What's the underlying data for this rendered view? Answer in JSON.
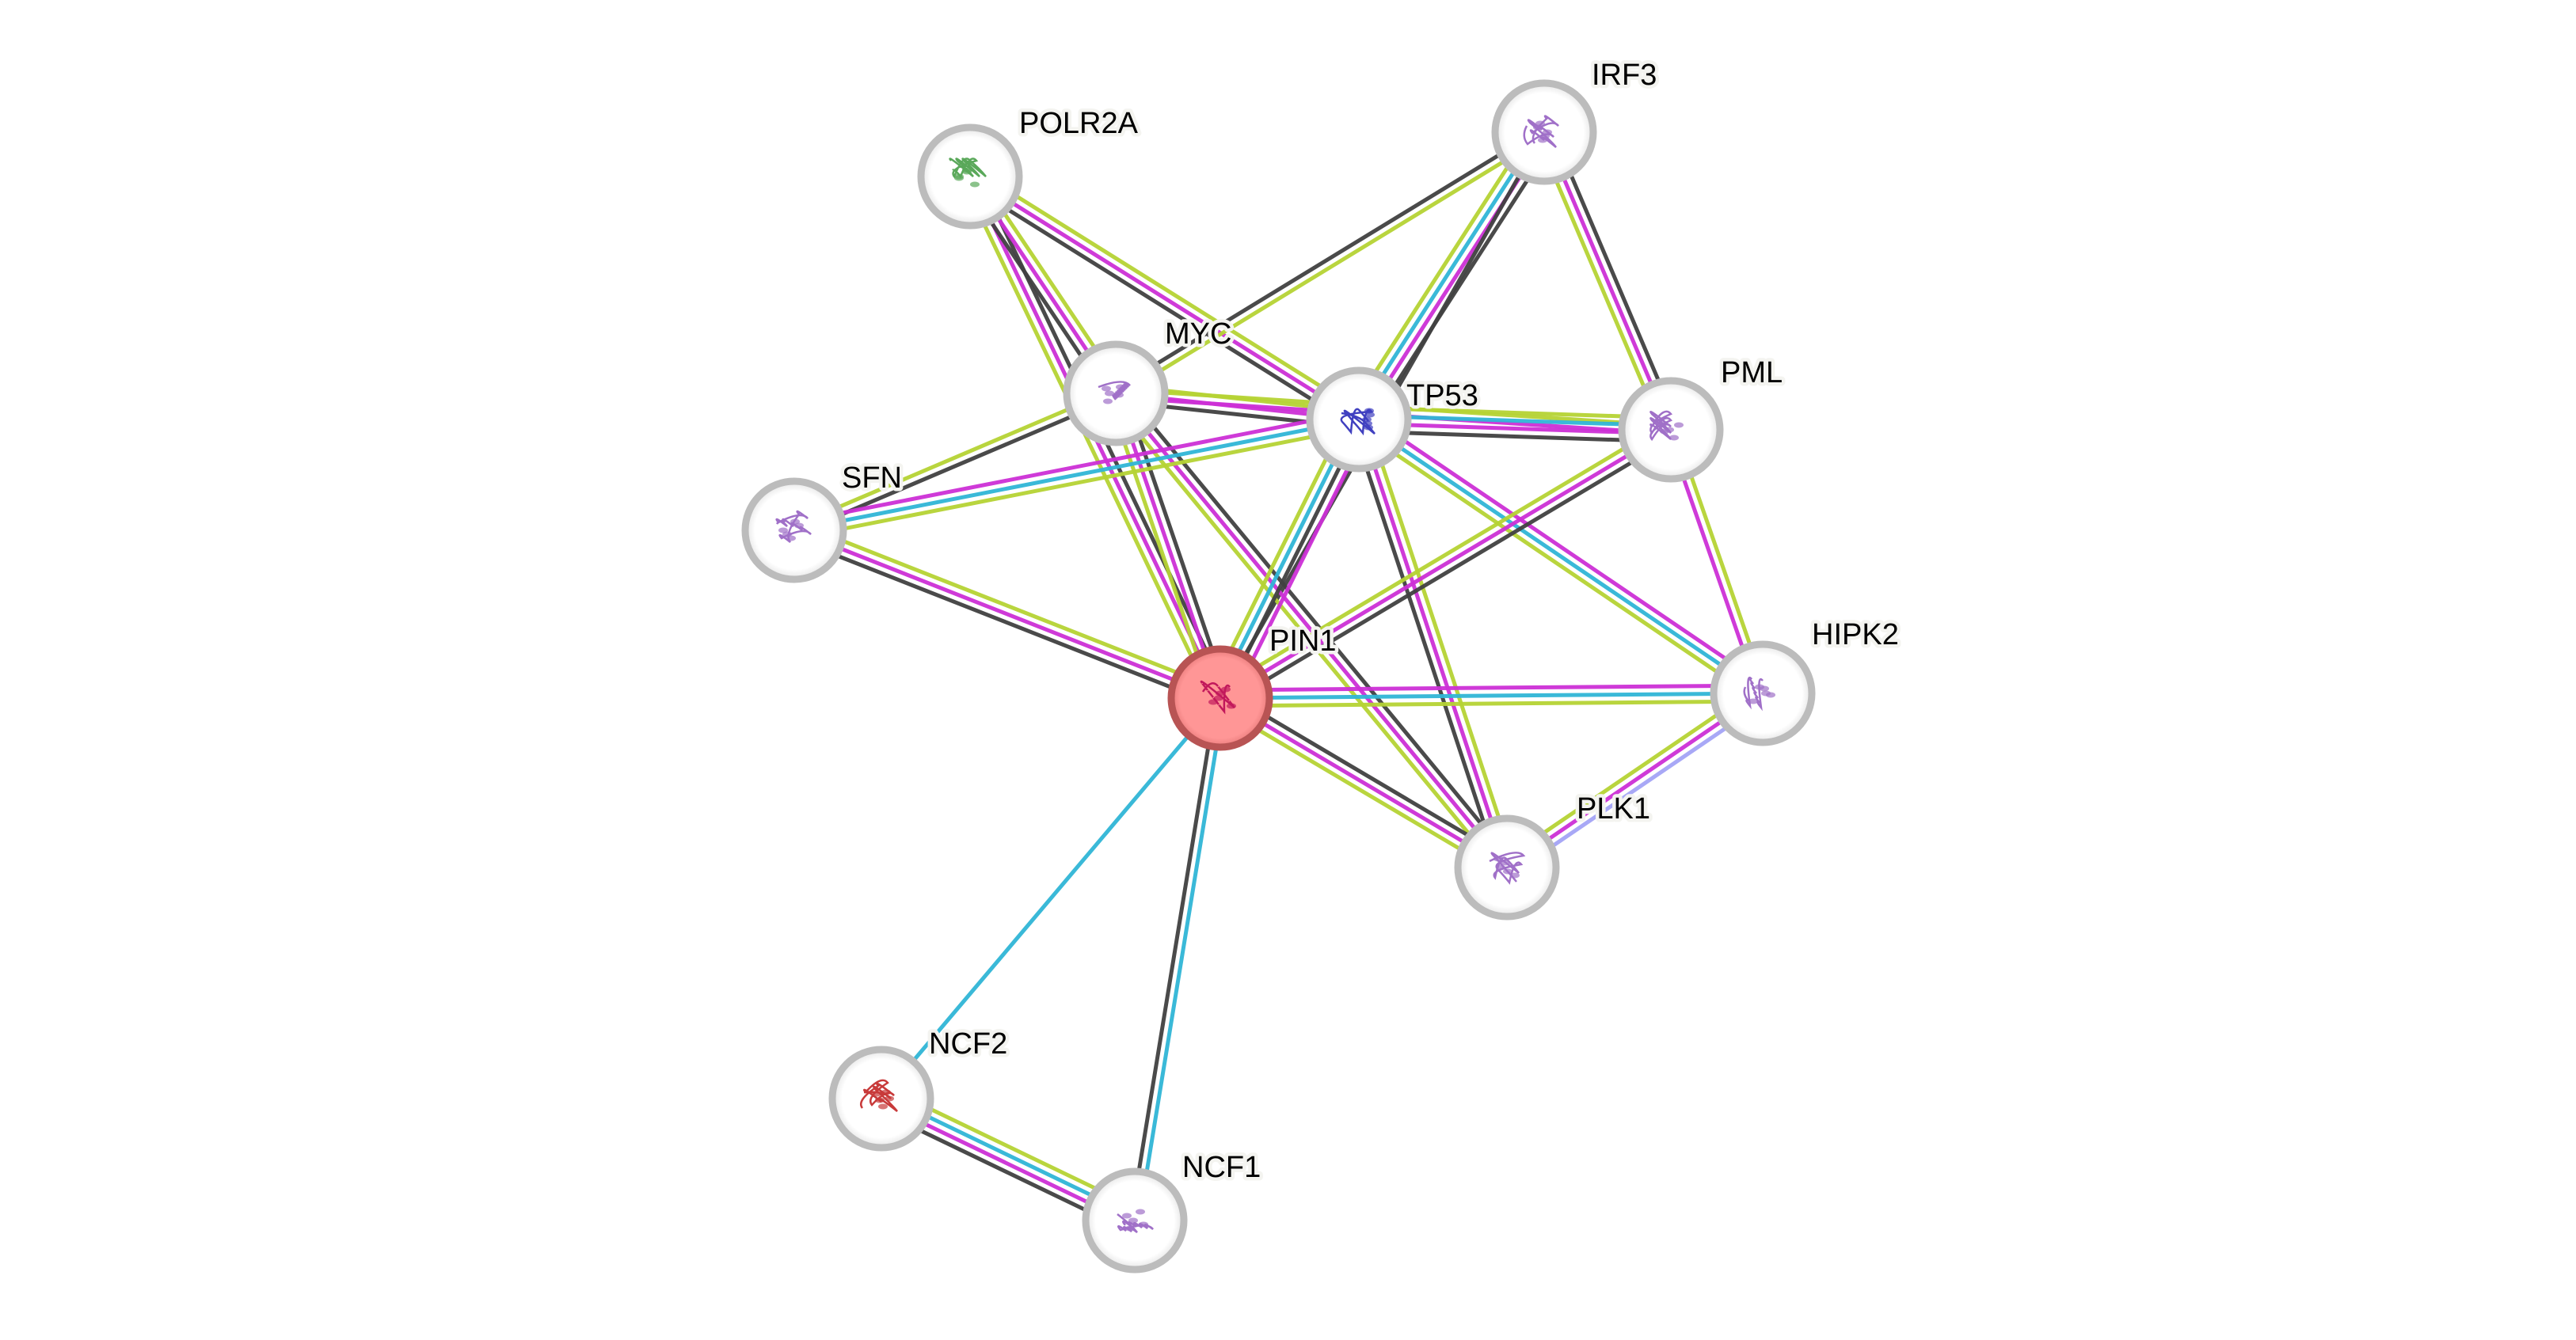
{
  "network": {
    "query_protein": "PIN1",
    "evidence_colors": {
      "textmining": "#b5d334",
      "coexpression": "#404040",
      "experiments": "#cc2fd6",
      "databases": "#2fb5d6",
      "homology": "#a3a3f5"
    },
    "nodes": [
      {
        "id": "PIN1",
        "label": "PIN1",
        "query": true,
        "structure_color": "#c2185b"
      },
      {
        "id": "POLR2A",
        "label": "POLR2A",
        "query": false,
        "structure_color": "#5aa85a"
      },
      {
        "id": "IRF3",
        "label": "IRF3",
        "query": false,
        "structure_color": "#a070c8"
      },
      {
        "id": "MYC",
        "label": "MYC",
        "query": false,
        "structure_color": "#a070c8"
      },
      {
        "id": "TP53",
        "label": "TP53",
        "query": false,
        "structure_color": "#4040c0"
      },
      {
        "id": "PML",
        "label": "PML",
        "query": false,
        "structure_color": "#a070c8"
      },
      {
        "id": "SFN",
        "label": "SFN",
        "query": false,
        "structure_color": "#a070c8"
      },
      {
        "id": "HIPK2",
        "label": "HIPK2",
        "query": false,
        "structure_color": "#a070c8"
      },
      {
        "id": "PLK1",
        "label": "PLK1",
        "query": false,
        "structure_color": "#a070c8"
      },
      {
        "id": "NCF2",
        "label": "NCF2",
        "query": false,
        "structure_color": "#c83a3a"
      },
      {
        "id": "NCF1",
        "label": "NCF1",
        "query": false,
        "structure_color": "#a070c8"
      }
    ],
    "edges": [
      {
        "source": "POLR2A",
        "target": "PIN1",
        "evidence": [
          "coexpression",
          "experiments",
          "textmining"
        ]
      },
      {
        "source": "POLR2A",
        "target": "MYC",
        "evidence": [
          "textmining",
          "experiments",
          "coexpression"
        ]
      },
      {
        "source": "POLR2A",
        "target": "TP53",
        "evidence": [
          "textmining",
          "experiments",
          "coexpression"
        ]
      },
      {
        "source": "IRF3",
        "target": "MYC",
        "evidence": [
          "textmining",
          "coexpression"
        ]
      },
      {
        "source": "IRF3",
        "target": "TP53",
        "evidence": [
          "coexpression",
          "experiments",
          "databases",
          "textmining"
        ]
      },
      {
        "source": "IRF3",
        "target": "PIN1",
        "evidence": [
          "coexpression"
        ]
      },
      {
        "source": "IRF3",
        "target": "PML",
        "evidence": [
          "coexpression",
          "experiments",
          "textmining"
        ]
      },
      {
        "source": "MYC",
        "target": "TP53",
        "evidence": [
          "textmining",
          "experiments",
          "coexpression"
        ]
      },
      {
        "source": "MYC",
        "target": "PML",
        "evidence": [
          "textmining",
          "experiments"
        ]
      },
      {
        "source": "MYC",
        "target": "SFN",
        "evidence": [
          "coexpression",
          "textmining"
        ]
      },
      {
        "source": "MYC",
        "target": "PIN1",
        "evidence": [
          "coexpression",
          "experiments",
          "textmining"
        ]
      },
      {
        "source": "MYC",
        "target": "PLK1",
        "evidence": [
          "coexpression",
          "experiments",
          "textmining"
        ]
      },
      {
        "source": "TP53",
        "target": "PML",
        "evidence": [
          "textmining",
          "databases",
          "experiments",
          "coexpression"
        ]
      },
      {
        "source": "TP53",
        "target": "SFN",
        "evidence": [
          "textmining",
          "databases",
          "experiments"
        ]
      },
      {
        "source": "TP53",
        "target": "PIN1",
        "evidence": [
          "experiments",
          "coexpression",
          "databases",
          "textmining"
        ]
      },
      {
        "source": "TP53",
        "target": "HIPK2",
        "evidence": [
          "experiments",
          "databases",
          "textmining"
        ]
      },
      {
        "source": "TP53",
        "target": "PLK1",
        "evidence": [
          "textmining",
          "experiments",
          "coexpression"
        ]
      },
      {
        "source": "PML",
        "target": "PIN1",
        "evidence": [
          "coexpression",
          "experiments",
          "textmining"
        ]
      },
      {
        "source": "PML",
        "target": "HIPK2",
        "evidence": [
          "textmining",
          "experiments"
        ]
      },
      {
        "source": "SFN",
        "target": "PIN1",
        "evidence": [
          "textmining",
          "experiments",
          "coexpression"
        ]
      },
      {
        "source": "PIN1",
        "target": "HIPK2",
        "evidence": [
          "experiments",
          "databases",
          "textmining"
        ]
      },
      {
        "source": "PIN1",
        "target": "PLK1",
        "evidence": [
          "coexpression",
          "experiments",
          "textmining"
        ]
      },
      {
        "source": "PIN1",
        "target": "NCF2",
        "evidence": [
          "databases"
        ]
      },
      {
        "source": "PIN1",
        "target": "NCF1",
        "evidence": [
          "databases",
          "coexpression"
        ]
      },
      {
        "source": "HIPK2",
        "target": "PLK1",
        "evidence": [
          "homology",
          "experiments",
          "textmining"
        ]
      },
      {
        "source": "NCF2",
        "target": "NCF1",
        "evidence": [
          "textmining",
          "databases",
          "experiments",
          "coexpression"
        ]
      }
    ]
  }
}
